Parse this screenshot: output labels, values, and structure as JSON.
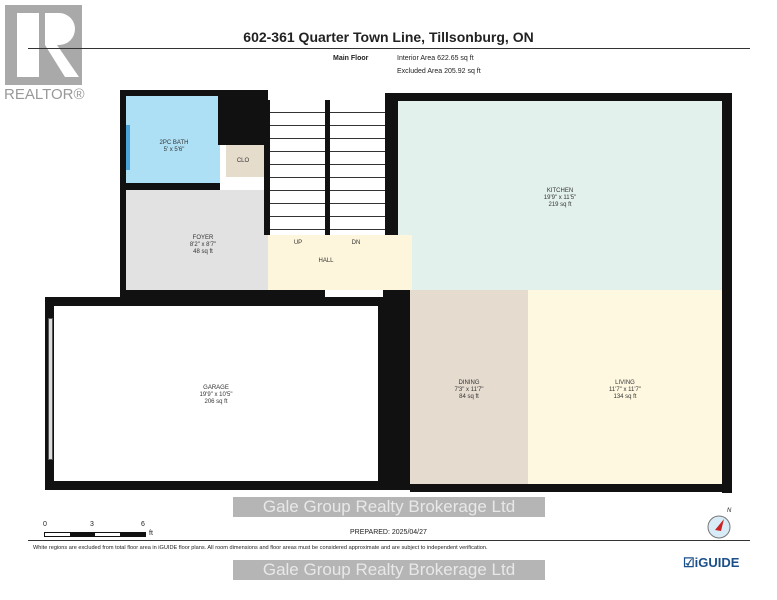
{
  "logo": {
    "text": "REALTOR®"
  },
  "title": "602-361 Quarter Town Line, Tillsonburg, ON",
  "floor": {
    "name": "Main Floor",
    "interior_area": "Interior Area 622.65 sq ft",
    "excluded_area": "Excluded Area 205.92 sq ft"
  },
  "rooms": {
    "bath": {
      "name": "2PC BATH",
      "dims": "5' x 5'6\""
    },
    "clo": {
      "name": "CLO"
    },
    "foyer": {
      "name": "FOYER",
      "dims": "8'2\" x 8'7\"",
      "area": "48 sq ft"
    },
    "kitchen": {
      "name": "KITCHEN",
      "dims": "19'9\" x 11'5\"",
      "area": "219 sq ft"
    },
    "hall": {
      "name": "HALL",
      "up": "UP",
      "dn": "DN"
    },
    "garage": {
      "name": "GARAGE",
      "dims": "19'9\" x 10'5\"",
      "area": "206 sq ft"
    },
    "dining": {
      "name": "DINING",
      "dims": "7'3\" x 11'7\"",
      "area": "84 sq ft"
    },
    "living": {
      "name": "LIVING",
      "dims": "11'7\" x 11'7\"",
      "area": "134 sq ft"
    }
  },
  "colors": {
    "bath": "#aee0f5",
    "kitchen": "#e3f1ec",
    "foyer": "#e2e2e2",
    "hall": "#fdf6dc",
    "dining": "#e5dbcf",
    "living": "#fff8e1",
    "clo": "#e6dccb"
  },
  "scale": {
    "ticks": [
      "0",
      "3",
      "6"
    ],
    "unit": "ft"
  },
  "prepared": "PREPARED: 2025/04/27",
  "compass": {
    "label": "N"
  },
  "disclaimer": "White regions are excluded from total floor area in iGUIDE floor plans. All room dimensions and floor areas must be considered approximate and are subject to independent verification.",
  "watermark": "Gale Group Realty Brokerage Ltd",
  "brand": "iGUIDE"
}
